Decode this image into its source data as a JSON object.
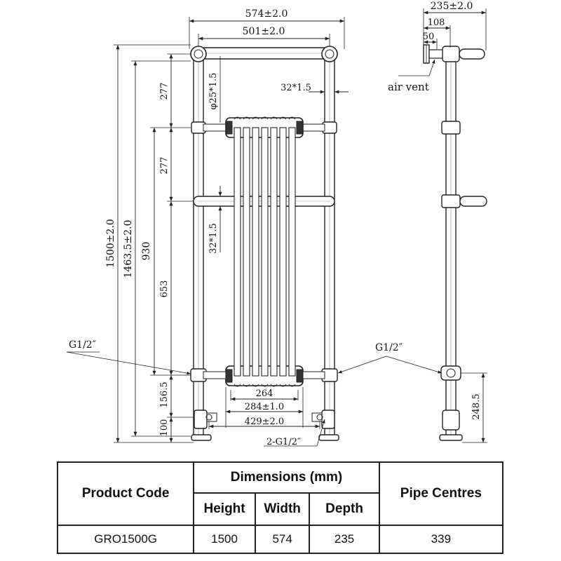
{
  "front_view": {
    "width_outer": "574±2.0",
    "width_inner": "501±2.0",
    "height_total": "1500±2.0",
    "height_inner": "1463.5±2.0",
    "height_930": "930",
    "gap_top": "277",
    "gap_mid": "277",
    "span_653": "653",
    "bottom_156": "156.5",
    "bottom_100": "100",
    "tube_top": "φ25*1.5",
    "tube_side": "32*1.5",
    "tube_vert": "32*1.5",
    "dim_264": "264",
    "dim_284": "284±1.0",
    "dim_429": "429±2.0",
    "thread_left": "G1/2″",
    "thread_bottom": "2-G1/2″"
  },
  "side_view": {
    "depth_total": "235±2.0",
    "depth_108": "108",
    "depth_50": "50",
    "air_vent": "air vent",
    "thread_right": "G1/2″",
    "height_248": "248.5"
  },
  "table": {
    "header_product_code": "Product Code",
    "header_dimensions": "Dimensions (mm)",
    "header_height": "Height",
    "header_width": "Width",
    "header_depth": "Depth",
    "header_pipe_centres": "Pipe Centres",
    "rows": [
      {
        "code": "GRO1500G",
        "height": "1500",
        "width": "574",
        "depth": "235",
        "pipe": "339"
      }
    ]
  }
}
